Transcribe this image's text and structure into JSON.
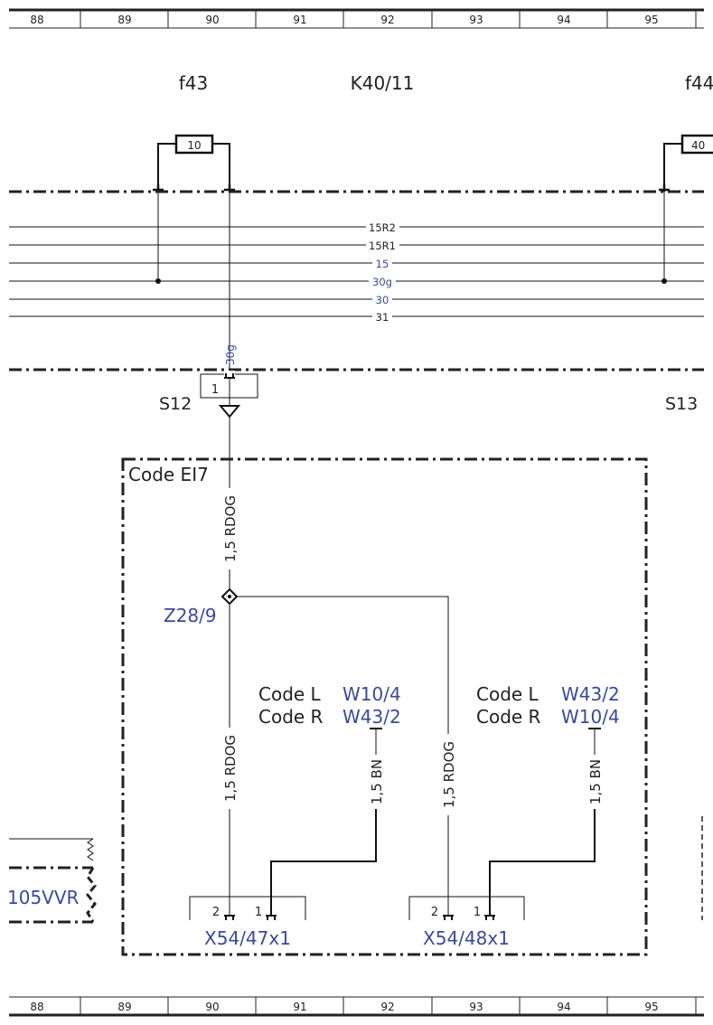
{
  "grid": {
    "columns": [
      "88",
      "89",
      "90",
      "91",
      "92",
      "93",
      "94",
      "95"
    ]
  },
  "components": {
    "fuse_left_name": "f43",
    "fuse_left_rating": "10",
    "fuse_right_name": "f44",
    "fuse_right_rating": "40",
    "relay_name": "K40/11"
  },
  "rails": [
    {
      "label": "15R2",
      "color": "#222222"
    },
    {
      "label": "15R1",
      "color": "#222222"
    },
    {
      "label": "15",
      "color": "#3a4a9a"
    },
    {
      "label": "30g",
      "color": "#3a4a9a"
    },
    {
      "label": "30",
      "color": "#3a4a9a"
    },
    {
      "label": "31",
      "color": "#222222"
    }
  ],
  "tap": {
    "label": "30g",
    "pin": "1"
  },
  "splices": {
    "left": "S12",
    "right": "S13"
  },
  "code_box": {
    "title": "Code EI7"
  },
  "wires": {
    "main_top": "1,5 RDOG",
    "main_bottom": "1,5 RDOG",
    "branch": "1,5 RDOG",
    "bn_left": "1,5 BN",
    "bn_right": "1,5 BN"
  },
  "junction": "Z28/9",
  "codes_left": [
    {
      "code": "Code L",
      "ground": "W10/4"
    },
    {
      "code": "Code R",
      "ground": "W43/2"
    }
  ],
  "codes_right": [
    {
      "code": "Code L",
      "ground": "W43/2"
    },
    {
      "code": "Code R",
      "ground": "W10/4"
    }
  ],
  "connectors": {
    "left": {
      "name": "X54/47x1",
      "pin_a": "2",
      "pin_b": "1"
    },
    "right": {
      "name": "X54/48x1",
      "pin_a": "2",
      "pin_b": "1"
    }
  },
  "side_label": "105VVR",
  "colors": {
    "ink": "#222222",
    "blue_label": "#3a4a9a"
  }
}
